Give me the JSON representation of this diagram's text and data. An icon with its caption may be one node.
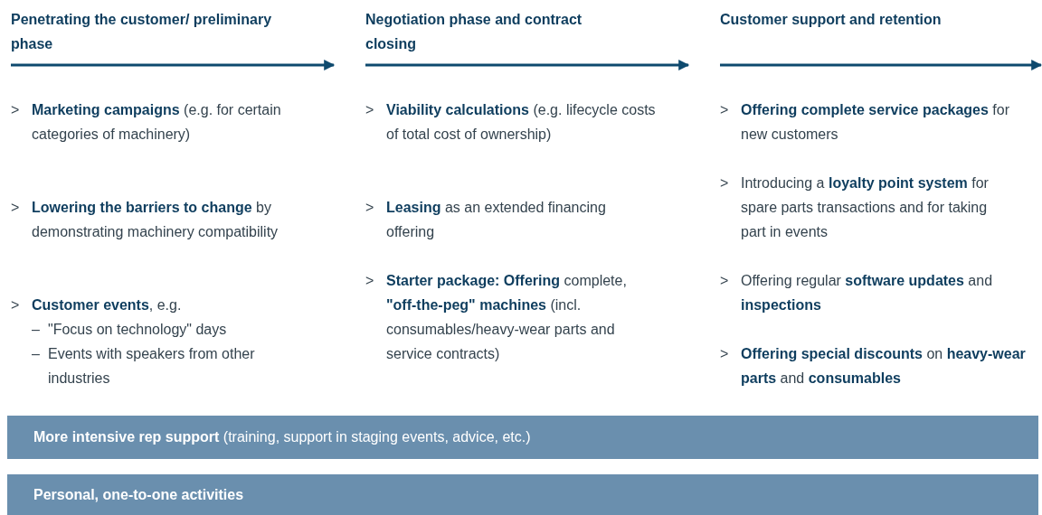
{
  "diagram": {
    "nodes": [
      {
        "text": [
          "**More intensive rep support** (training, support in staging events, advice, etc.)"
        ]
      },
      {
        "text": [
          "Personal, one-to-one activities"
        ]
      }
    ],
    "labels": [
      "Penetrating the customer/ preliminary phase",
      ">",
      "**Marketing campaigns** (e.g. for certain categories of machinery)",
      ">",
      "**Lowering the barriers to change** by demonstrating machinery compatibility",
      ">",
      "**Customer events**, e.g.",
      "–",
      "\"Focus on technology\" days",
      "–",
      "Events with speakers from other industries",
      "Negotiation phase and contract closing",
      ">",
      "**Viability calculations** (e.g. lifecycle costs of total cost of ownership)",
      ">",
      "**Leasing** as an extended financing offering",
      ">",
      "**Starter package: Offering** complete, **\"off-the-peg\" machines** (incl. consumables/heavy-wear parts and service contracts)",
      "Customer support and retention",
      ">",
      "**Offering complete service packages** for new customers",
      ">",
      "Introducing a **loyalty point system** for spare parts transactions and for taking part in events",
      ">",
      "Offering regular **software updates** and **inspections**",
      ">",
      "**Offering special discounts** on **heavy-wear parts** and **consumables**"
    ]
  }
}
